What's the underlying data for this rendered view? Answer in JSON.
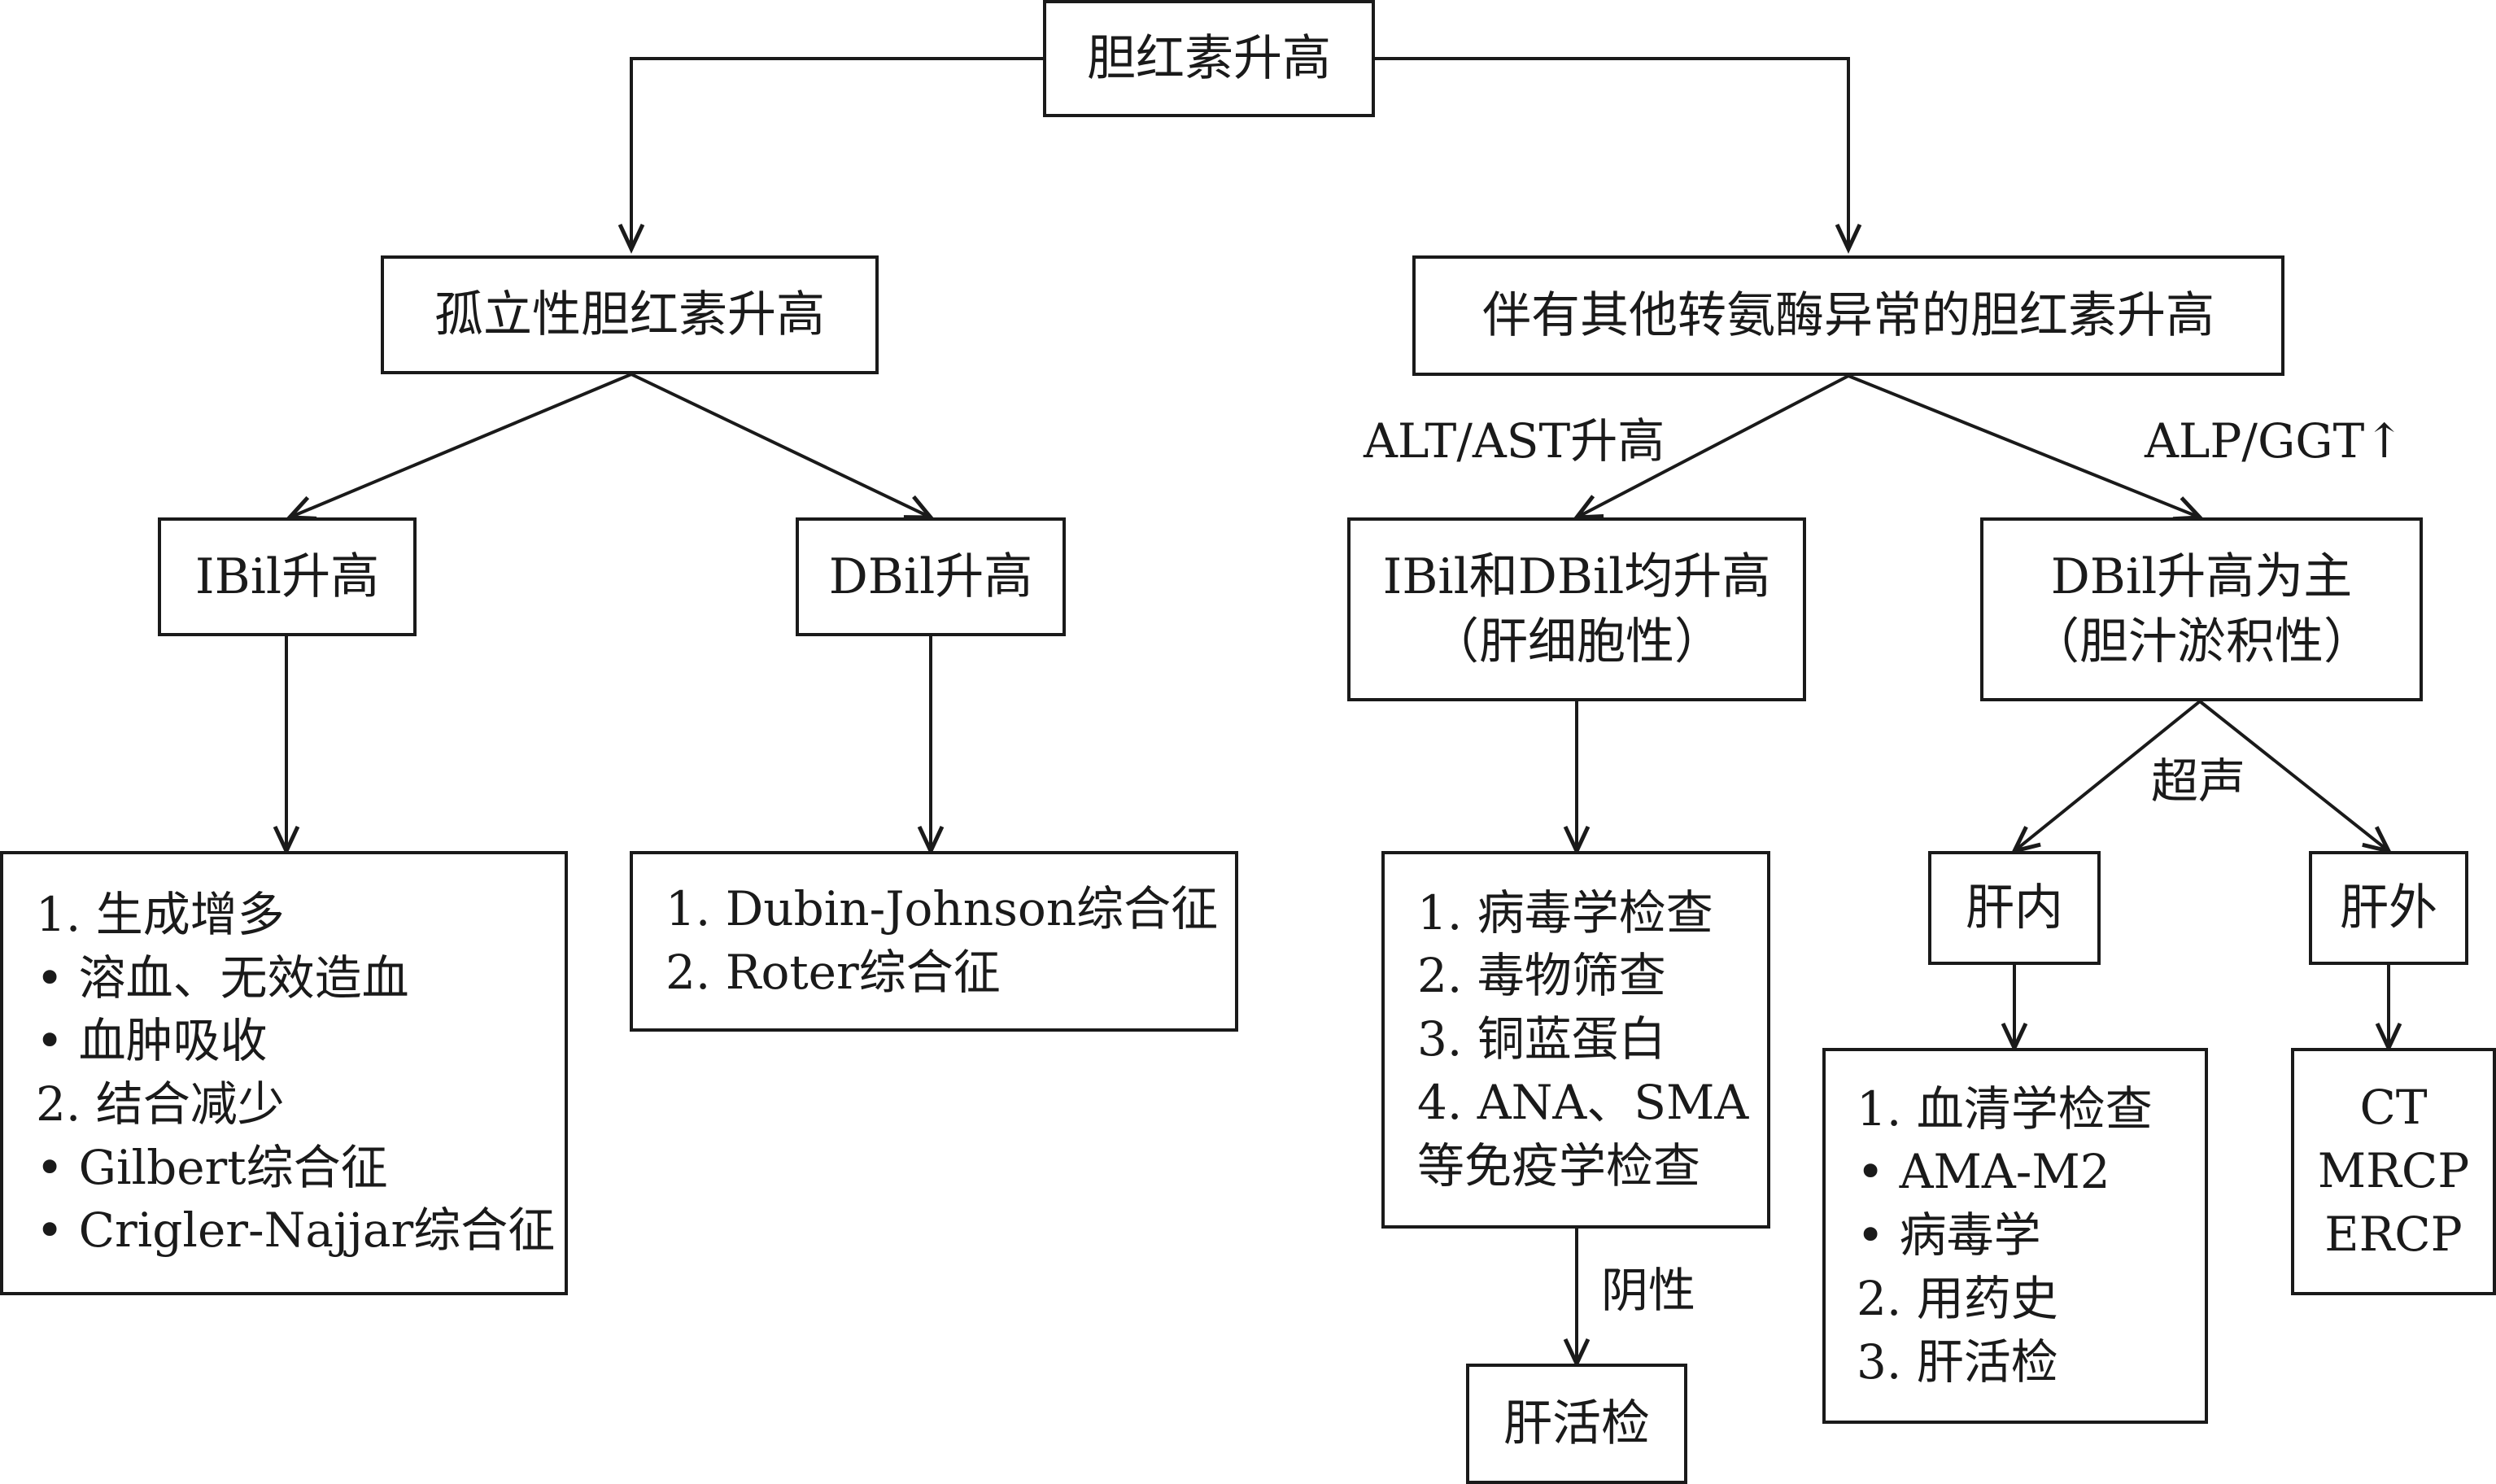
{
  "root": {
    "label": "胆红素升高"
  },
  "isolated": {
    "label": "孤立性胆红素升高"
  },
  "with_enzymes": {
    "label": "伴有其他转氨酶异常的胆红素升高"
  },
  "ibil_up": {
    "label": "IBil升高"
  },
  "dbil_up": {
    "label": "DBil升高"
  },
  "both_up": {
    "lines": [
      "IBil和DBil均升高",
      "（肝细胞性）"
    ]
  },
  "dbil_main": {
    "lines": [
      "DBil升高为主",
      "（胆汁淤积性）"
    ]
  },
  "ibil_causes": {
    "lines": [
      "1. 生成增多",
      "• 溶血、无效造血",
      "• 血肿吸收",
      "2. 结合减少",
      "• Gilbert综合征",
      "• Crigler-Najjar综合征"
    ]
  },
  "dbil_causes": {
    "lines": [
      "1. Dubin-Johnson综合征",
      "2. Roter综合征"
    ]
  },
  "hepatocellular_tests": {
    "lines": [
      "1. 病毒学检查",
      "2. 毒物筛查",
      "3. 铜蓝蛋白",
      "4. ANA、SMA",
      "等免疫学检查"
    ]
  },
  "biopsy": {
    "label": "肝活检"
  },
  "intrahepatic": {
    "label": "肝内"
  },
  "extrahepatic": {
    "label": "肝外"
  },
  "intrahepatic_tests": {
    "lines": [
      "1. 血清学检查",
      "• AMA-M2",
      "• 病毒学",
      "2. 用药史",
      "3. 肝活检"
    ]
  },
  "extrahepatic_tests": {
    "lines": [
      "CT",
      "MRCP",
      "ERCP"
    ]
  },
  "edge_labels": {
    "alt_ast": "ALT/AST升高",
    "alp_ggt": "ALP/GGT↑",
    "ultrasound": "超声",
    "negative": "阴性"
  }
}
